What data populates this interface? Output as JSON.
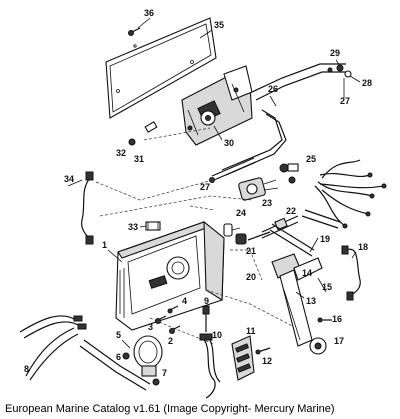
{
  "caption": "European Marine Catalog v1.61 (Image Copyright- Mercury Marine)",
  "callouts": [
    "1",
    "2",
    "3",
    "4",
    "5",
    "6",
    "7",
    "8",
    "9",
    "10",
    "11",
    "12",
    "13",
    "14",
    "15",
    "16",
    "17",
    "18",
    "19",
    "20",
    "21",
    "22",
    "23",
    "24",
    "25",
    "26",
    "27",
    "27",
    "28",
    "29",
    "30",
    "31",
    "32",
    "33",
    "34",
    "35",
    "36"
  ],
  "colors": {
    "line": "#111111",
    "shade": "#d9d9d9",
    "background": "#ffffff"
  }
}
